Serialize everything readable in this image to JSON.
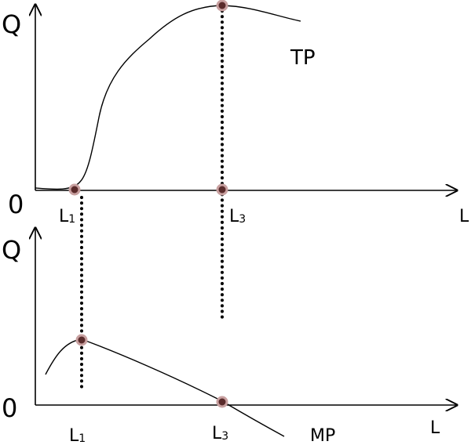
{
  "top_panel": {
    "y_axis_label": "Q",
    "origin_label": "0",
    "x_axis_label": "L",
    "curve_label": "TP",
    "tick_1": {
      "main": "L",
      "sub": "1"
    },
    "tick_3": {
      "main": "L",
      "sub": "3"
    }
  },
  "bottom_panel": {
    "y_axis_label": "Q",
    "origin_label": "0",
    "x_axis_label": "L",
    "curve_label": "MP",
    "tick_1": {
      "main": "L",
      "sub": "1"
    },
    "tick_3": {
      "main": "L",
      "sub": "3"
    }
  },
  "colors": {
    "marker_fill": "#5a2b2b",
    "marker_ring": "#c8a0a0",
    "ink": "#000000"
  }
}
